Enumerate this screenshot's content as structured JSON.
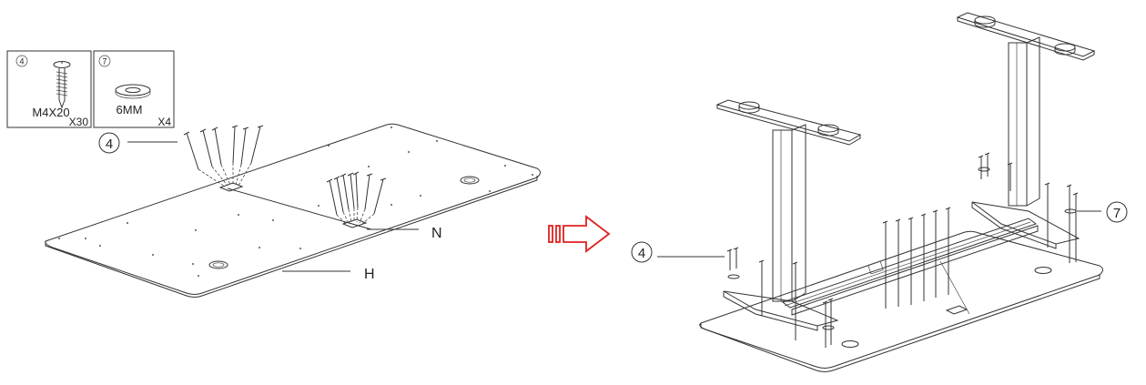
{
  "parts_box": [
    {
      "callout": "4",
      "size": "M4X20",
      "qty": "X30",
      "icon": "screw-icon"
    },
    {
      "callout": "7",
      "size": "6MM",
      "qty": "X4",
      "icon": "washer-icon"
    }
  ],
  "step_callouts": {
    "screw_left": "4",
    "screw_right": "4",
    "washer_right": "7"
  },
  "part_labels": {
    "n": "N",
    "h": "H"
  },
  "arrow": {
    "color": "#e02020",
    "icon": "next-step-arrow-icon"
  }
}
